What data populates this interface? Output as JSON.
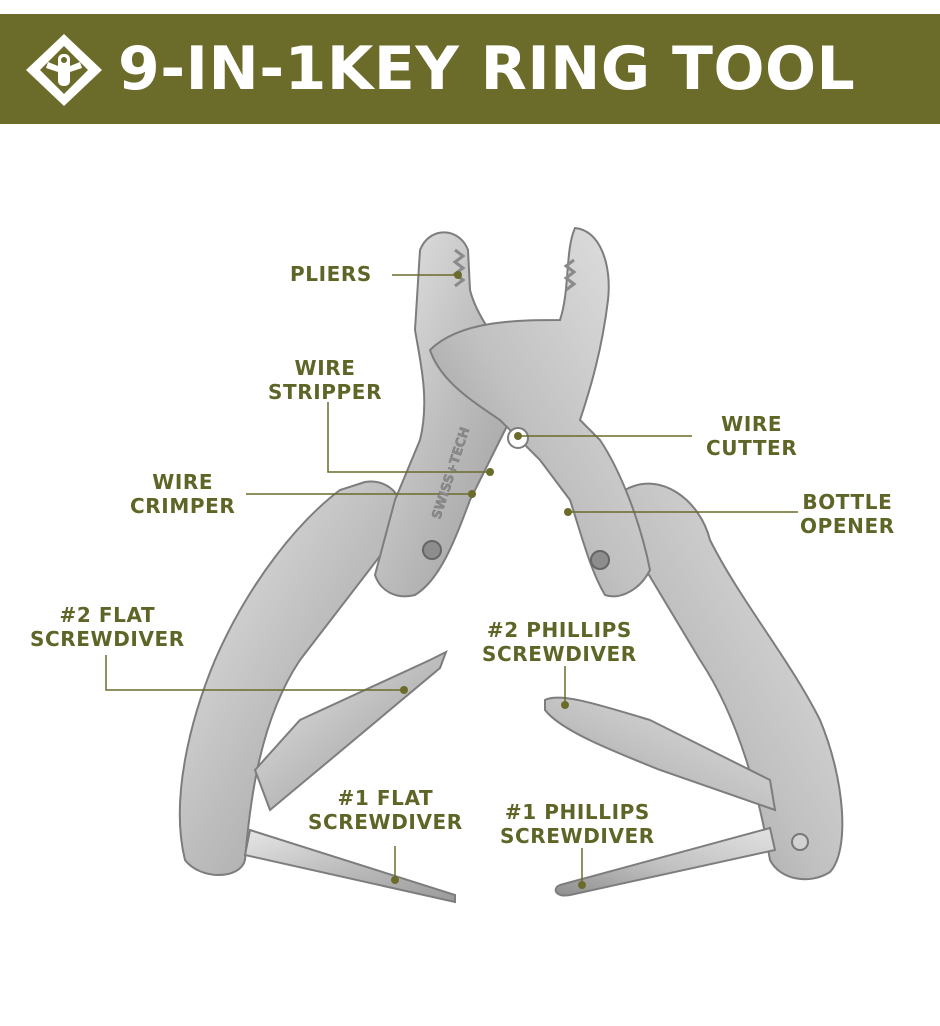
{
  "banner": {
    "title": "9-IN-1KEY RING TOOL",
    "icon": "multitool-diamond-icon",
    "color": "#6b6b2a"
  },
  "colors": {
    "label": "#5f6526",
    "steel": "#c9c9c9",
    "leader": "#6b6b2a"
  },
  "labels": {
    "pliers": {
      "line1": "PLIERS"
    },
    "wire_stripper": {
      "line1": "WIRE",
      "line2": "STRIPPER"
    },
    "wire_cutter": {
      "line1": "WIRE",
      "line2": "CUTTER"
    },
    "wire_crimper": {
      "line1": "WIRE",
      "line2": "CRIMPER"
    },
    "bottle_opener": {
      "line1": "BOTTLE",
      "line2": "OPENER"
    },
    "flat2": {
      "line1": "#2 FLAT",
      "line2": "SCREWDIVER"
    },
    "phillips2": {
      "line1": "#2 PHILLIPS",
      "line2": "SCREWDIVER"
    },
    "flat1": {
      "line1": "#1 FLAT",
      "line2": "SCREWDIVER"
    },
    "phillips1": {
      "line1": "#1 PHILLIPS",
      "line2": "SCREWDIVER"
    }
  },
  "brand_engraving": "SWISS+TECH"
}
